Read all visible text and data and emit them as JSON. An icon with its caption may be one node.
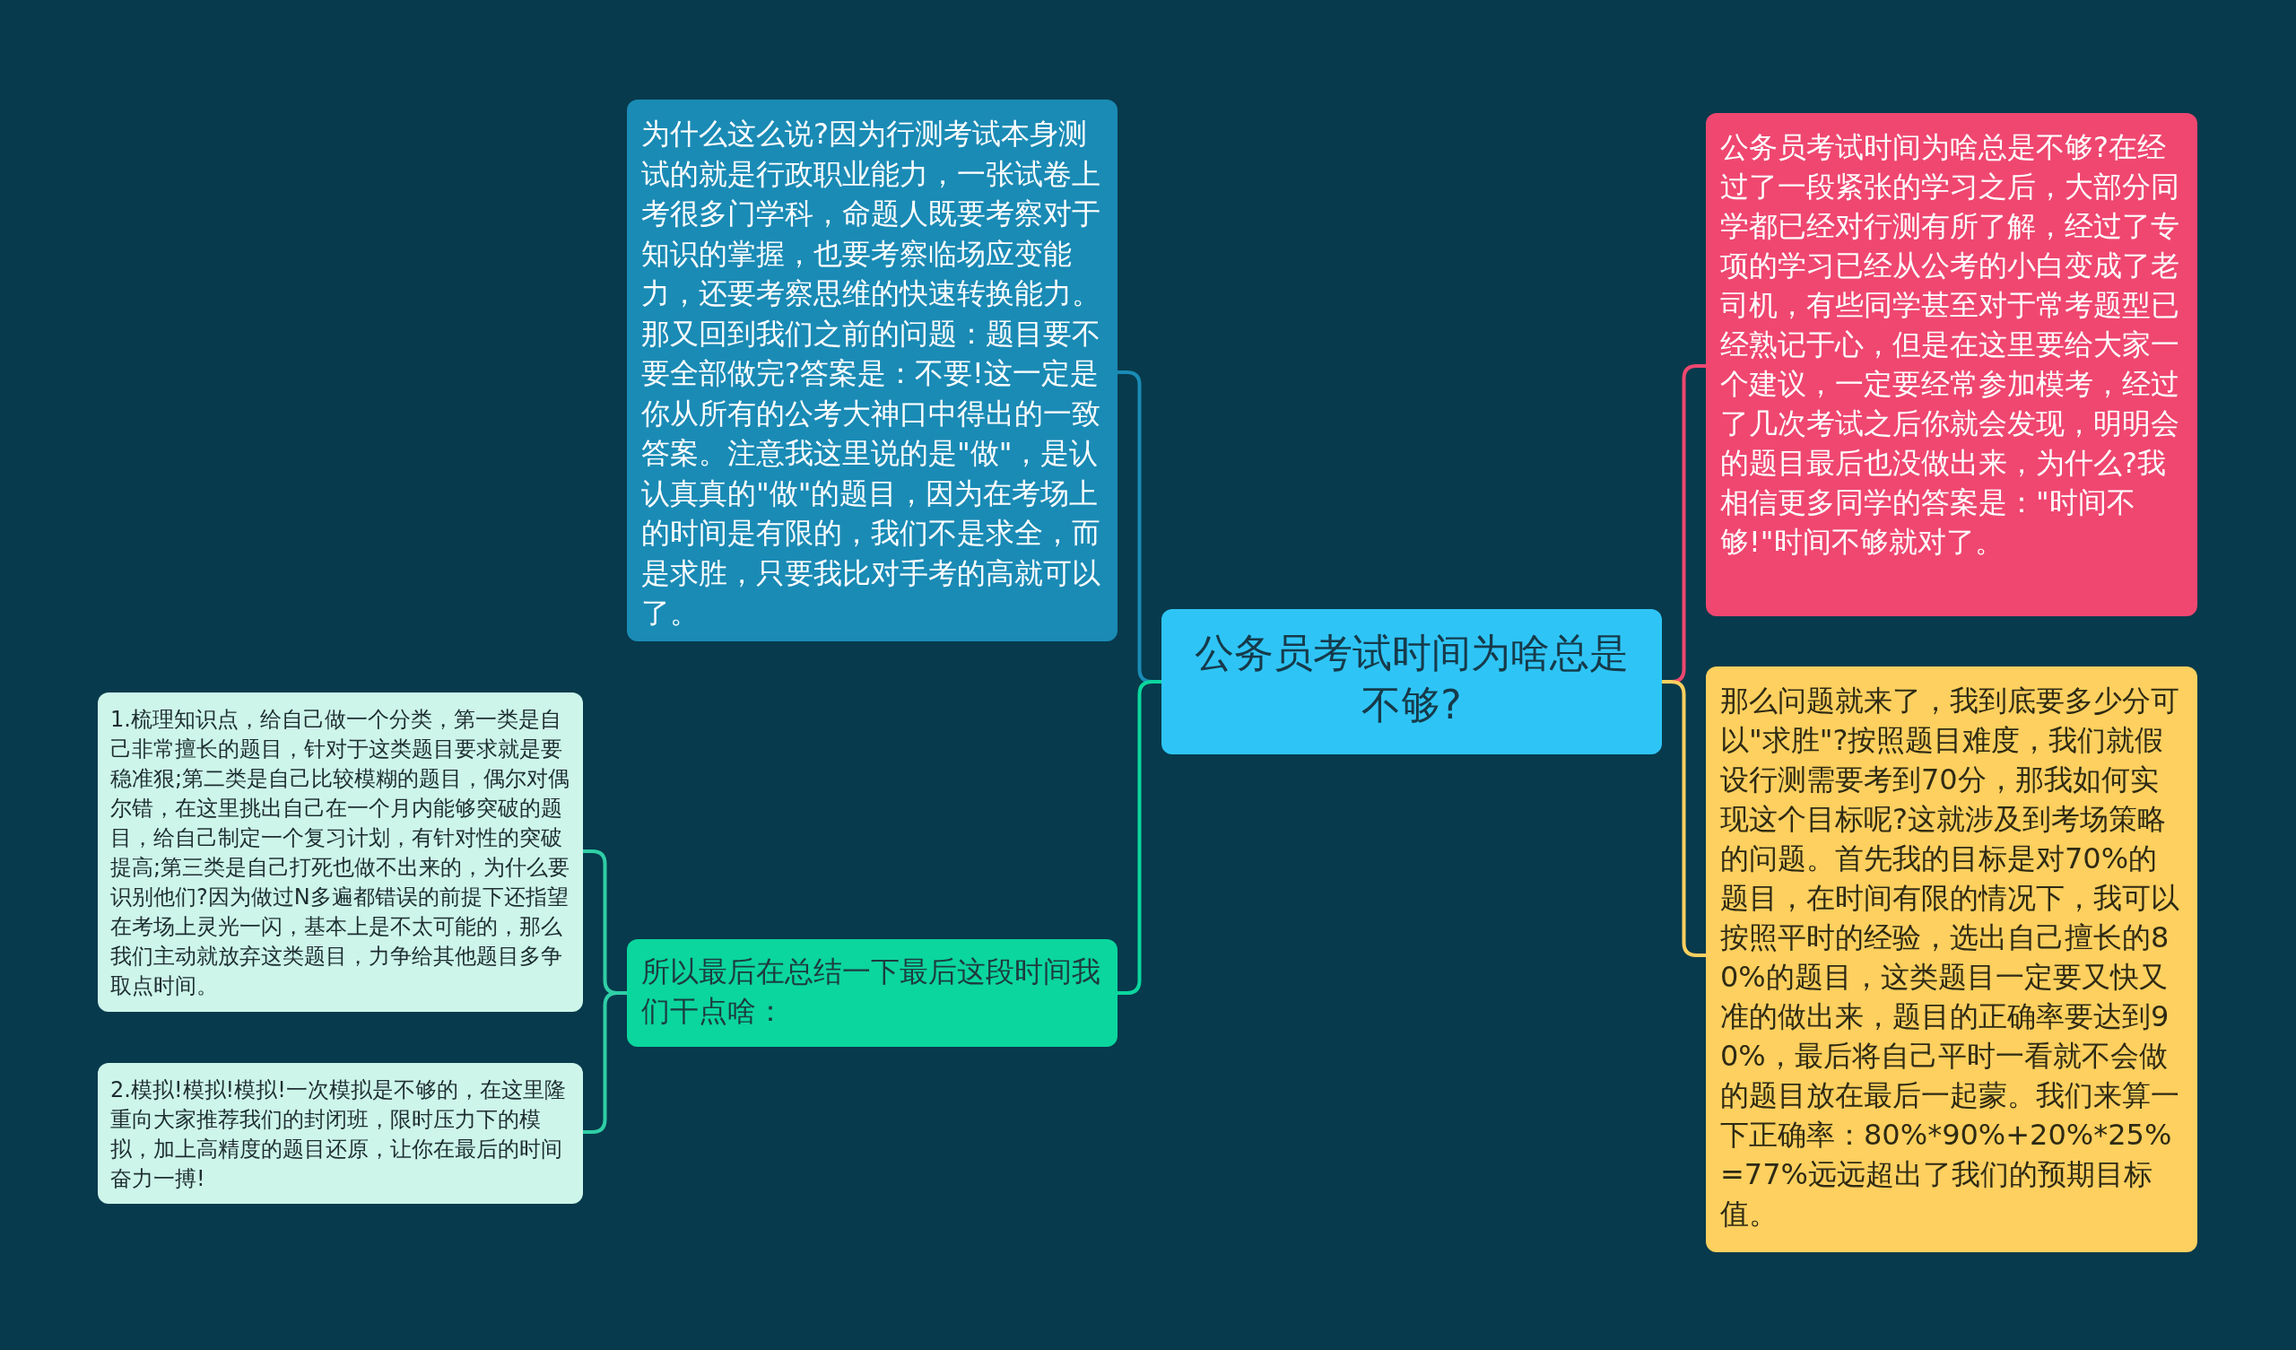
{
  "diagram": {
    "nodes": [
      {
        "text": [
          "公务员考试时间为啥总是不够?"
        ]
      },
      {
        "text": [
          "为什么这么说?因为行测考试本身测试的就是行政职业能力，一张试卷上考很多门学科，命题人既要考察对于知识的掌握，也要考察临场应变能力，还要考察思维的快速转换能力。那又回到我们之前的问题：题目要不要全部做完?答案是：不要!这一定是你从所有的公考大神口中得出的一致答案。注意我这里说的是\"做\"，是认认真真的\"做\"的题目，因为在考场上的时间是有限的，我们不是求全，而是求胜，只要我比对手考的高就可以了。"
        ]
      },
      {
        "text": [
          "所以最后在总结一下最后这段时间我们干点啥："
        ]
      },
      {
        "text": [
          "1.梳理知识点，给自己做一个分类，第一类是自己非常擅长的题目，针对于这类题目要求就是要稳准狠;第二类是自己比较模糊的题目，偶尔对偶尔错，在这里挑出自己在一个月内能够突破的题目，给自己制定一个复习计划，有针对性的突破提高;第三类是自己打死也做不出来的，为什么要识别他们?因为做过N多遍都错误的前提下还指望在考场上灵光一闪，基本上是不太可能的，那么我们主动就放弃这类题目，力争给其他题目多争取点时间。"
        ]
      },
      {
        "text": [
          "2.模拟!模拟!模拟!一次模拟是不够的，在这里隆重向大家推荐我们的封闭班，限时压力下的模拟，加上高精度的题目还原，让你在最后的时间奋力一搏!"
        ]
      },
      {
        "text": [
          "公务员考试时间为啥总是不够?在经过了一段紧张的学习之后，大部分同学都已经对行测有所了解，经过了专项的学习已经从公考的小白变成了老司机，有些同学甚至对于常考题型已经熟记于心，但是在这里要给大家一个建议，一定要经常参加模考，经过了几次考试之后你就会发现，明明会的题目最后也没做出来，为什么?我相信更多同学的答案是：\"时间不够!\"时间不够就对了。"
        ]
      },
      {
        "text": [
          "那么问题就来了，我到底要多少分可以\"求胜\"?按照题目难度，我们就假设行测需要考到70分，那我如何实现这个目标呢?这就涉及到考场策略的问题。首先我的目标是对70%的题目，在时间有限的情况下，我可以按照平时的经验，选出自己擅长的80%的题目，这类题目一定要又快又准的做出来，题目的正确率要达到90%，最后将自己平时一看就不会做的题目放在最后一起蒙。我们来算一下正确率：80%*90%+20%*25%=77%远远超出了我们的预期目标值。"
        ]
      }
    ],
    "edges": [
      {
        "from": 0,
        "to": 1,
        "arrow": "none",
        "color": "#1a8bb5"
      },
      {
        "from": 0,
        "to": 2,
        "arrow": "none",
        "color": "#0bd69e"
      },
      {
        "from": 2,
        "to": 3,
        "arrow": "none",
        "color": "#2fcfa6"
      },
      {
        "from": 2,
        "to": 4,
        "arrow": "none",
        "color": "#2fcfa6"
      },
      {
        "from": 0,
        "to": 5,
        "arrow": "none",
        "color": "#ef4770"
      },
      {
        "from": 0,
        "to": 6,
        "arrow": "none",
        "color": "#fdd05f"
      }
    ]
  }
}
